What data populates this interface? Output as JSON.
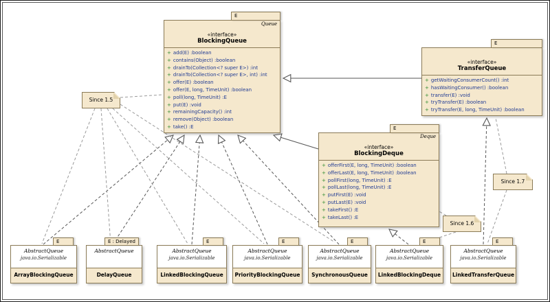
{
  "diagram": {
    "interfaces": {
      "blocking_queue": {
        "type_param": "E",
        "corner_label": "Queue",
        "stereotype": "«interface»",
        "name": "BlockingQueue",
        "methods": [
          "+ add(E) :boolean",
          "+ contains(Object) :boolean",
          "+ drainTo(Collection<? super E>) :int",
          "+ drainTo(Collection<? super E>, int) :int",
          "+ offer(E) :boolean",
          "+ offer(E, long, TimeUnit) :boolean",
          "+ poll(long, TimeUnit) :E",
          "+ put(E) :void",
          "+ remainingCapacity() :int",
          "+ remove(Object) :boolean",
          "+ take() :E"
        ]
      },
      "transfer_queue": {
        "type_param": "E",
        "corner_label": "",
        "stereotype": "«interface»",
        "name": "TransferQueue",
        "methods": [
          "+ getWaitingConsumerCount() :int",
          "+ hasWaitingConsumer() :boolean",
          "+ transfer(E) :void",
          "+ tryTransfer(E) :boolean",
          "+ tryTransfer(E, long, TimeUnit) :boolean"
        ]
      },
      "blocking_deque": {
        "type_param": "E",
        "corner_label": "Deque",
        "stereotype": "«interface»",
        "name": "BlockingDeque",
        "methods": [
          "+ offerFirst(E, long, TimeUnit) :boolean",
          "+ offerLast(E, long, TimeUnit) :boolean",
          "+ pollFirst(long, TimeUnit) :E",
          "+ pollLast(long, TimeUnit) :E",
          "+ putFirst(E) :void",
          "+ putLast(E) :void",
          "+ takeFirst() :E",
          "+ takeLast() :E"
        ]
      }
    },
    "classes": [
      {
        "type_param": "E",
        "supers": [
          "AbstractQueue",
          "java.io.Serializable"
        ],
        "name": "ArrayBlockingQueue"
      },
      {
        "type_param": "E : Delayed",
        "supers": [
          "AbstractQueue"
        ],
        "name": "DelayQueue"
      },
      {
        "type_param": "E",
        "supers": [
          "AbstractQueue",
          "java.io.Serializable"
        ],
        "name": "LinkedBlockingQueue"
      },
      {
        "type_param": "E",
        "supers": [
          "AbstractQueue",
          "java.io.Serializable"
        ],
        "name": "PriorityBlockingQueue"
      },
      {
        "type_param": "E",
        "supers": [
          "AbstractQueue",
          "java.io.Serializable"
        ],
        "name": "SynchronousQueue"
      },
      {
        "type_param": "E",
        "supers": [
          "AbstractQueue",
          "java.io.Serializable"
        ],
        "name": "LinkedBlockingDeque"
      },
      {
        "type_param": "E",
        "supers": [
          "AbstractQueue",
          "java.io.Serializable"
        ],
        "name": "LinkedTransferQueue"
      }
    ],
    "notes": [
      {
        "text": "Since 1.5"
      },
      {
        "text": "Since 1.7"
      },
      {
        "text": "Since 1.6"
      }
    ],
    "colors": {
      "box_fill": "#F5E8CD",
      "box_border": "#8A7A56",
      "method_color": "#1F3A93",
      "plus_color": "#2E8B2E",
      "line_color": "#555555",
      "note_line": "#999999"
    }
  }
}
